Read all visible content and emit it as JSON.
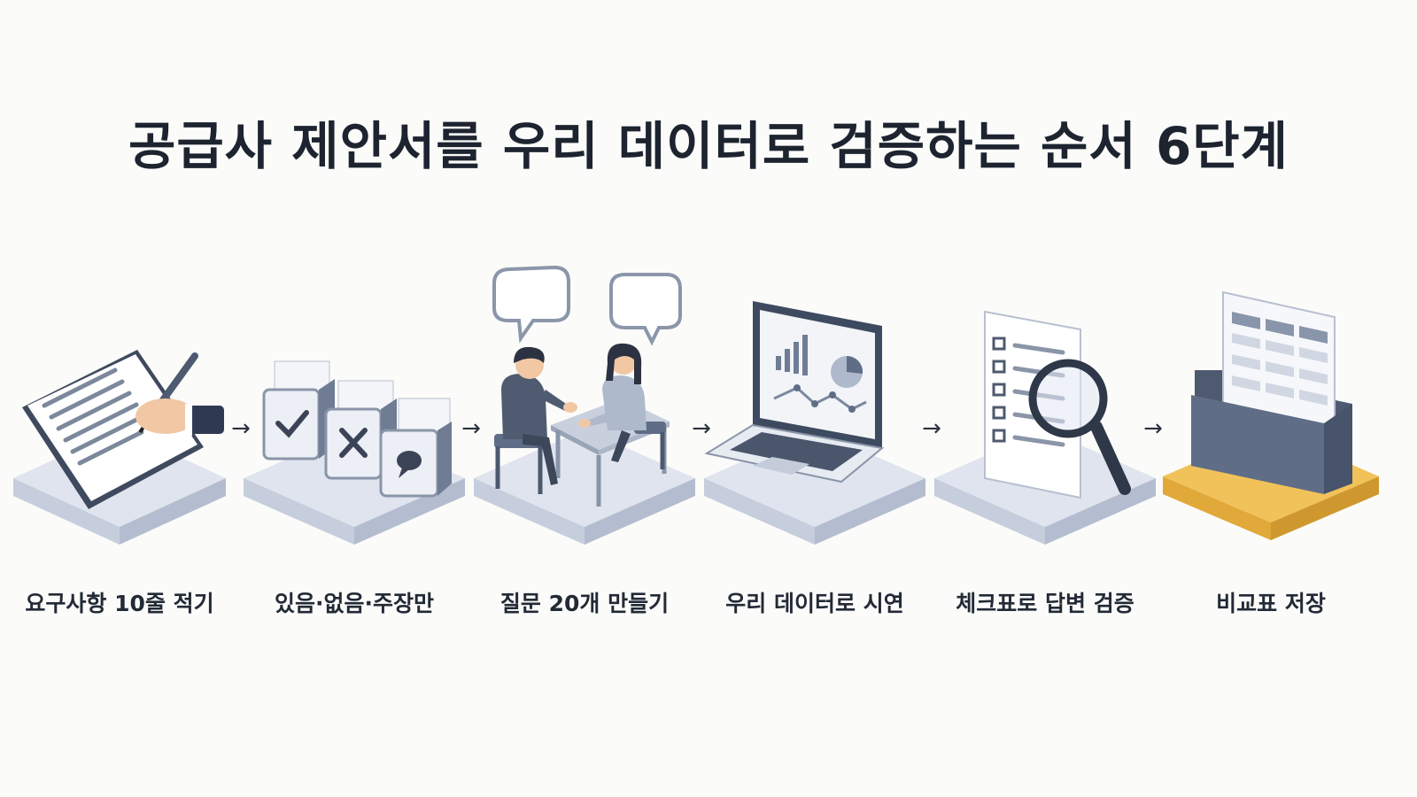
{
  "title": "공급사 제안서를 우리 데이터로 검증하는 순서 6단계",
  "steps": [
    {
      "label": "요구사항 10줄 적기",
      "icon": "writing-notepad-icon"
    },
    {
      "label": "있음·없음·주장만",
      "icon": "sorting-bins-icon"
    },
    {
      "label": "질문 20개 만들기",
      "icon": "meeting-discussion-icon"
    },
    {
      "label": "우리 데이터로 시연",
      "icon": "laptop-dashboard-icon"
    },
    {
      "label": "체크표로 답변 검증",
      "icon": "checklist-magnifier-icon"
    },
    {
      "label": "비교표 저장",
      "icon": "folder-table-icon"
    }
  ],
  "arrow_glyph": "→",
  "colors": {
    "platform": "#dde3ee",
    "platform_side": "#c3cbda",
    "slate": "#5f6e86",
    "slate_dark": "#46536a",
    "accent_gold": "#f0b43c"
  }
}
